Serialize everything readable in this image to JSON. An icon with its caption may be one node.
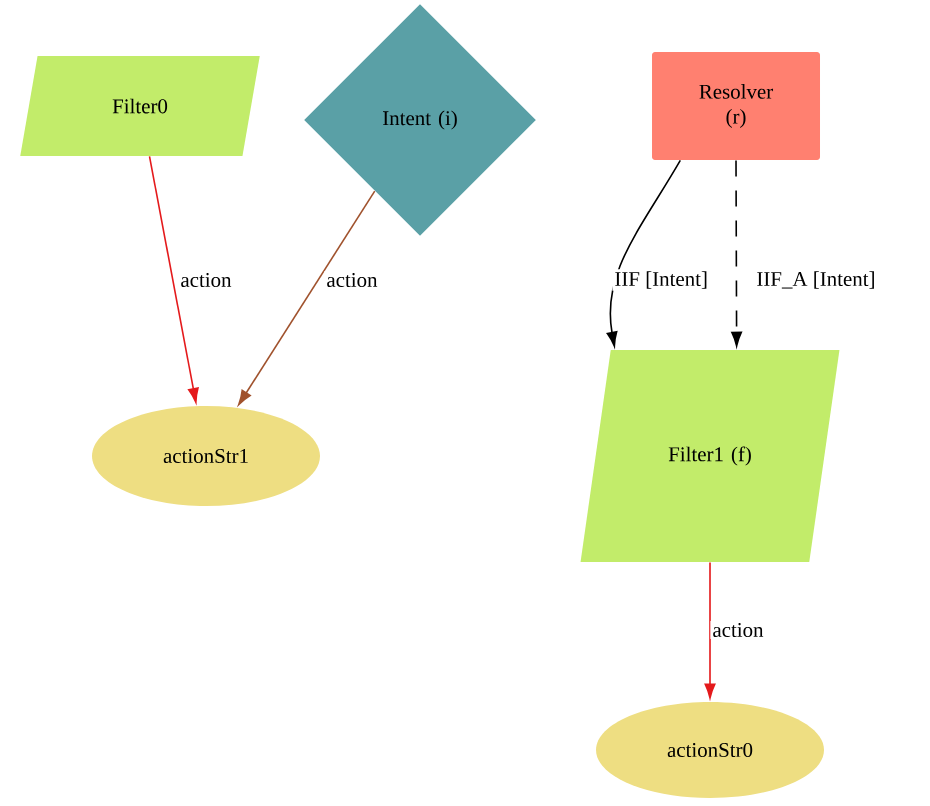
{
  "diagram": {
    "nodes": [
      {
        "text": [
          "Filter0"
        ]
      },
      {
        "text": [
          "Intent (i)"
        ]
      },
      {
        "text": [
          "Resolver (r)"
        ]
      },
      {
        "text": [
          "actionStr1"
        ]
      },
      {
        "text": [
          "Filter1 (f)"
        ]
      },
      {
        "text": [
          "actionStr0"
        ]
      }
    ],
    "edges": [
      {
        "from": 0,
        "to": 3,
        "arrow": "to",
        "label": "action",
        "color": "#e41a1c"
      },
      {
        "from": 1,
        "to": 3,
        "arrow": "to",
        "label": "action",
        "color": "#a0522d"
      },
      {
        "from": 2,
        "to": 4,
        "arrow": "to",
        "label": "IIF [Intent]",
        "color": "#000000"
      },
      {
        "from": 2,
        "to": 4,
        "arrow": "to",
        "label": "IIF_A [Intent]",
        "style": "dashed",
        "color": "#000000"
      },
      {
        "from": 4,
        "to": 5,
        "arrow": "to",
        "label": "action",
        "color": "#e41a1c"
      }
    ]
  }
}
